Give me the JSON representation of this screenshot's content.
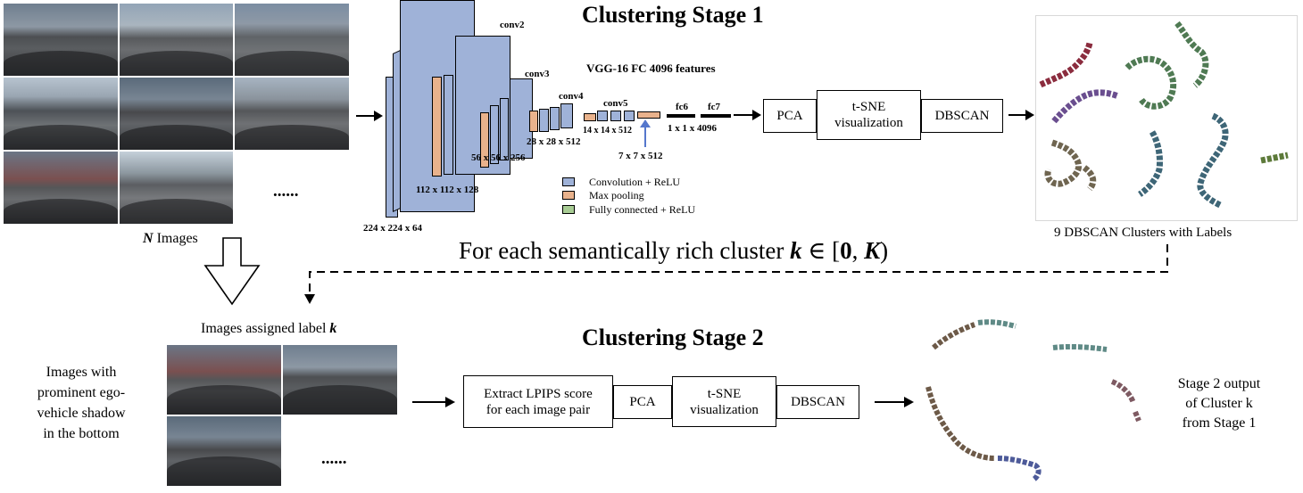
{
  "stage1": {
    "title": "Clustering Stage 1",
    "feature_title": "VGG-16 FC 4096 features",
    "ellipsis": "......",
    "n_images": "N",
    "n_images_rest": " Images",
    "layers": {
      "conv2": "conv2",
      "conv3": "conv3",
      "conv4": "conv4",
      "conv5": "conv5",
      "fc6": "fc6",
      "fc7": "fc7"
    },
    "dims": {
      "d224": "224 x 224 x 64",
      "d112": "112 x 112 x 128",
      "d56": "56 x 56 x 256",
      "d28": "28 x 28 x 512",
      "d14": "14 x 14 x 512",
      "d7": "7 x 7 x 512",
      "d1": "1 x 1 x 4096"
    },
    "legend": [
      {
        "label": "Convolution + ReLU",
        "color": "#9fb2d8"
      },
      {
        "label": "Max pooling",
        "color": "#e9b28c"
      },
      {
        "label": "Fully connected + ReLU",
        "color": "#a8cc94"
      }
    ],
    "boxes": {
      "pca": "PCA",
      "tsne_line1": "t-SNE",
      "tsne_line2": "visualization",
      "dbscan": "DBSCAN"
    },
    "clusters_caption": "9 DBSCAN Clusters with Labels"
  },
  "loop": {
    "text": "For each semantically rich cluster ",
    "math_k": "k",
    "math_in": " ∈ [",
    "math_0": "0",
    "math_comma": ", ",
    "math_K": "K",
    "math_close": ")"
  },
  "stage2": {
    "title": "Clustering Stage 2",
    "assigned_label": "Images assigned label ",
    "assigned_k": "k",
    "left_note": [
      "Images with",
      "prominent ego-",
      "vehicle shadow",
      "in the bottom"
    ],
    "ellipsis": "......",
    "boxes": {
      "lpips_line1": "Extract LPIPS score",
      "lpips_line2": "for each image pair",
      "pca": "PCA",
      "tsne_line1": "t-SNE",
      "tsne_line2": "visualization",
      "dbscan": "DBSCAN"
    },
    "output_note": [
      "Stage 2 output",
      "of Cluster k",
      "from Stage 1"
    ]
  },
  "colors": {
    "conv": "#9fb2d8",
    "pool": "#e9b28c",
    "fc": "#a8cc94",
    "cluster_red": "#8b2c3e",
    "cluster_purple": "#6a4e8f",
    "cluster_green": "#4f7a53",
    "cluster_teal": "#3e6677",
    "cluster_tan": "#6f6550",
    "cluster_lime": "#5d7a3a",
    "stage2_teal": "#5f8a86",
    "stage2_brown": "#6d5a48",
    "stage2_blue": "#4d5a99",
    "stage2_mauve": "#7e5a62"
  }
}
